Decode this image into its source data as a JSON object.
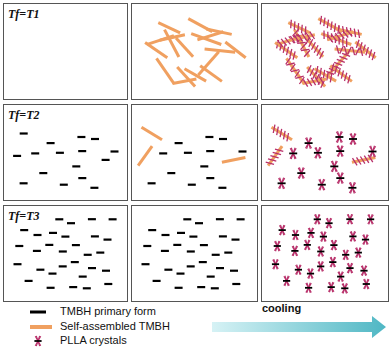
{
  "diagram": {
    "labels": [
      "Tf=T1",
      "Tf=T2",
      "Tf=T3",
      "cooling"
    ],
    "legend": [
      {
        "text": "TMBH primary form",
        "color": "#000000"
      },
      {
        "text": "Self-assembled TMBH",
        "color": "#f0a060"
      },
      {
        "text": "PLLA crystals"
      }
    ]
  }
}
